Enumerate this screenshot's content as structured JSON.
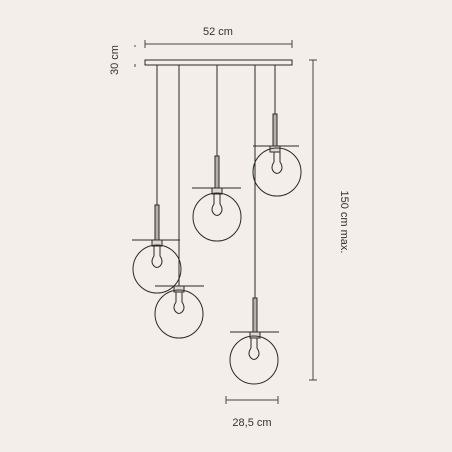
{
  "dimensions": {
    "width_label": "52 cm",
    "canopy_height_label": "30 cm",
    "max_height_label": "150 cm max.",
    "globe_diameter_label": "28,5 cm"
  },
  "colors": {
    "background": "#f3eee9",
    "line": "#2a2a2a",
    "dimension_line": "#444444",
    "text": "#333333"
  }
}
